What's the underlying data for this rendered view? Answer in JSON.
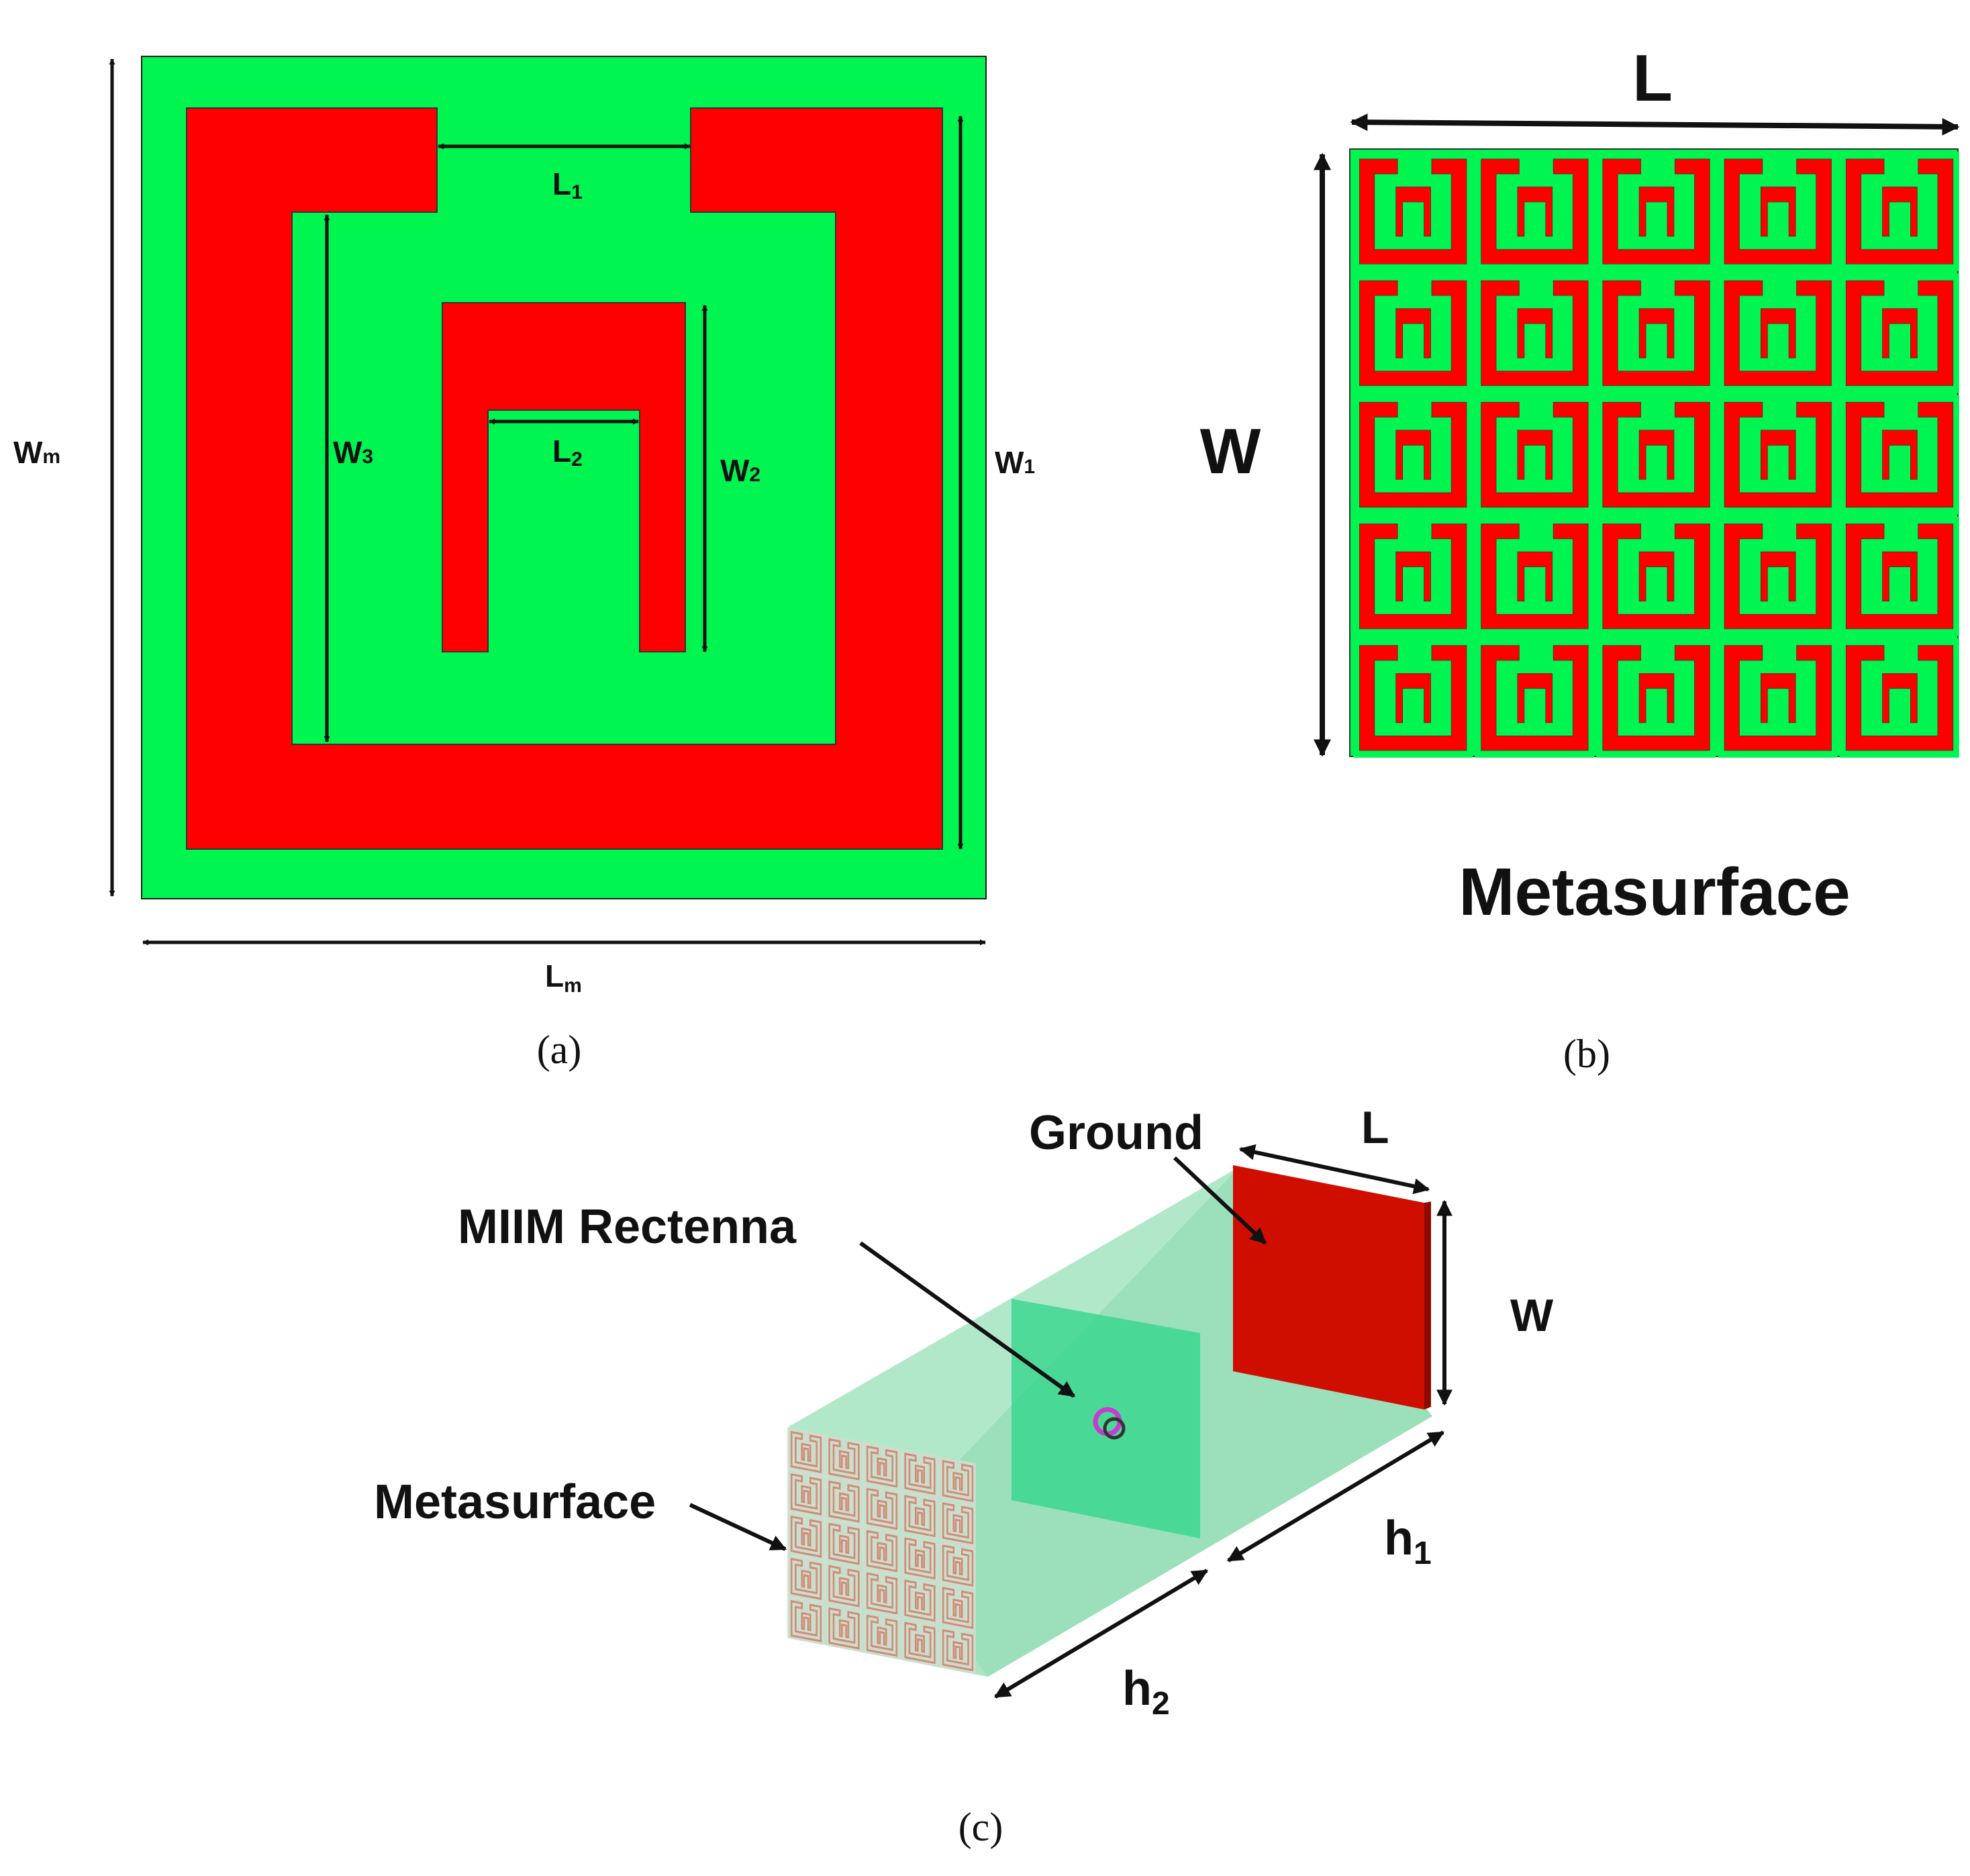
{
  "colors": {
    "substrate": "#00f550",
    "metal": "#ff0000",
    "line": "#111111",
    "box": "#7fd8a6",
    "ground": "#cf0e00",
    "rect_panel": "#2fd68a"
  },
  "panel_a": {
    "caption": "(a)",
    "dims": {
      "wm": {
        "main": "W",
        "sub": "m"
      },
      "lm": {
        "main": "L",
        "sub": "m"
      },
      "w1": {
        "main": "W",
        "sub": "1"
      },
      "w2": {
        "main": "W",
        "sub": "2"
      },
      "w3": {
        "main": "W",
        "sub": "3"
      },
      "l1": {
        "main": "L",
        "sub": "1"
      },
      "l2": {
        "main": "L",
        "sub": "2"
      }
    }
  },
  "panel_b": {
    "caption": "(b)",
    "dim_l": "L",
    "dim_w": "W",
    "title": "Metasurface",
    "grid": {
      "rows": 5,
      "cols": 5
    }
  },
  "panel_c": {
    "caption": "(c)",
    "label_ground": "Ground",
    "label_rectenna": "MIIM Rectenna",
    "label_metasurface": "Metasurface",
    "dim_l": "L",
    "dim_w": "W",
    "dim_h1": {
      "main": "h",
      "sub": "1"
    },
    "dim_h2": {
      "main": "h",
      "sub": "2"
    }
  }
}
